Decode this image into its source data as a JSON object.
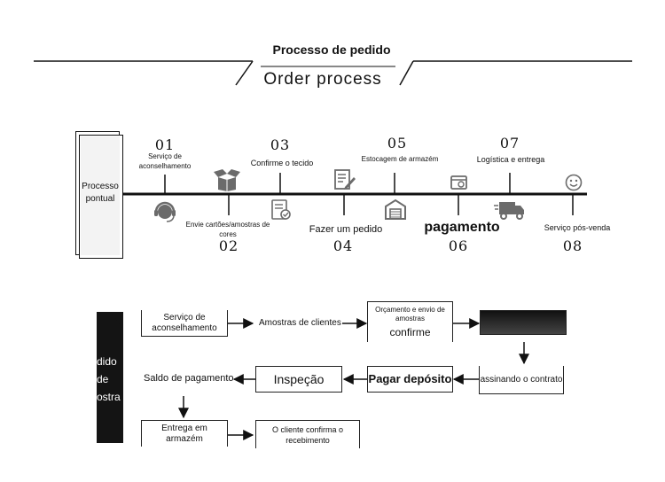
{
  "header": {
    "title_pt": "Processo de pedido",
    "title_en": "Order process"
  },
  "timeline": {
    "start_label": "Processo pontual",
    "steps": [
      {
        "num": "01",
        "label": "Serviço de aconselhamento",
        "icon": "headset-icon"
      },
      {
        "num": "02",
        "label": "Envie cartões/amostras de cores",
        "icon": "open-box-icon"
      },
      {
        "num": "03",
        "label": "Confirme o tecido",
        "icon": "checklist-icon"
      },
      {
        "num": "04",
        "label": "Fazer um pedido",
        "icon": "edit-document-icon"
      },
      {
        "num": "05",
        "label": "Estocagem de armazém",
        "icon": "warehouse-icon"
      },
      {
        "num": "06",
        "label": "pagamento",
        "icon": "wallet-icon"
      },
      {
        "num": "07",
        "label": "Logística e entrega",
        "icon": "truck-icon"
      },
      {
        "num": "08",
        "label": "Serviço pós-venda",
        "icon": "smiley-icon"
      }
    ]
  },
  "flow": {
    "side_label": "dido de ostra",
    "boxes": {
      "b1": "Serviço de aconselhamento",
      "b2": "Amostras de clientes",
      "b3a": "Orçamento e envio de amostras",
      "b3b": "confirme",
      "b5": "assinando o contrato",
      "b6": "Pagar depósito",
      "b7": "Inspeção",
      "b8": "Saldo de pagamento",
      "b9": "Entrega em armazém",
      "b10": "O cliente confirma o recebimento"
    }
  },
  "colors": {
    "line": "#111111",
    "icon": "#6b6b6b",
    "panel": "#141414"
  }
}
